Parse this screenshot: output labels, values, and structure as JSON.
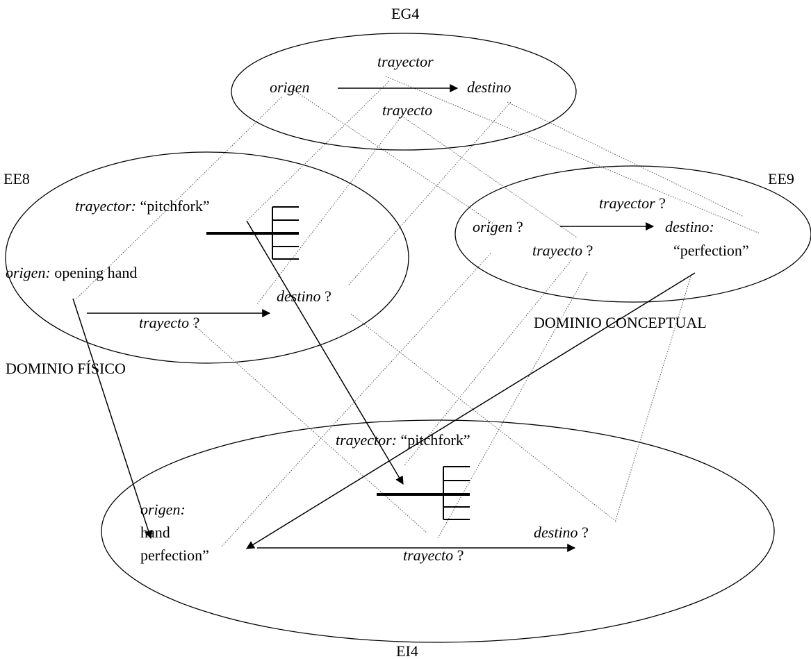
{
  "spaces": {
    "generic": {
      "label": "EG4",
      "origen": "origen",
      "trayector": "trayector",
      "destino": "destino",
      "trayecto": "trayecto"
    },
    "input_physical": {
      "label": "EE8",
      "trayector_key": "trayector:",
      "trayector_value": "“pitchfork”",
      "origen_key": "origen:",
      "origen_value": "opening hand",
      "destino": "destino",
      "destino_q": "?",
      "trayecto": "trayecto",
      "trayecto_q": "?",
      "domain": "DOMINIO FÍSICO"
    },
    "input_conceptual": {
      "label": "EE9",
      "trayector": "trayector",
      "trayector_q": "?",
      "origen": "origen",
      "origen_q": "?",
      "trayecto": "trayecto",
      "trayecto_q": "?",
      "destino_key": "destino:",
      "destino_value": "“perfection”",
      "domain": "DOMINIO CONCEPTUAL"
    },
    "blend": {
      "label": "EI4",
      "trayector_key": "trayector:",
      "trayector_value": "“pitchfork”",
      "origen_key": "origen:",
      "origen_line2": "hand",
      "origen_line3": "perfection”",
      "destino": "destino",
      "destino_q": "?",
      "trayecto": "trayecto",
      "trayecto_q": "?"
    }
  }
}
